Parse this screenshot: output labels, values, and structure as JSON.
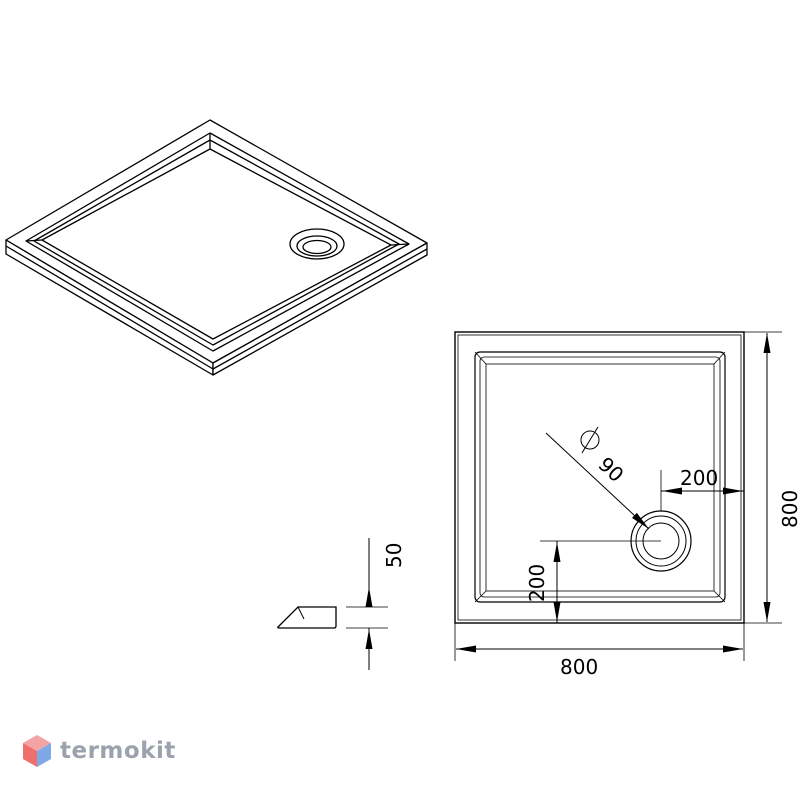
{
  "dimensions": {
    "width": "800",
    "depth": "800",
    "height": "50",
    "drain_offset_x": "200",
    "drain_offset_y": "200",
    "drain_diameter_symbol": "⌀",
    "drain_diameter": "90"
  },
  "watermark": {
    "brand": "termokit",
    "logo_icon": "hexagon-cube-icon",
    "color_main": "#9aa3ad",
    "color_logo_a": "#ef6f6f",
    "color_logo_b": "#7fa8e6"
  }
}
